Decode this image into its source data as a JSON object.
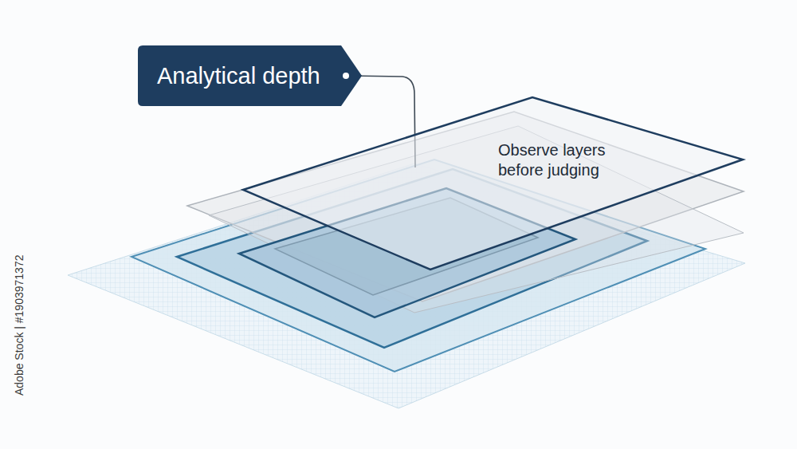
{
  "diagram": {
    "nodes": [
      {
        "text": [
          "Analytical depth"
        ]
      },
      {
        "text": [
          "Observe layers before judging"
        ]
      }
    ],
    "labels": [
      "Adobe Stock | #1903971372"
    ]
  }
}
